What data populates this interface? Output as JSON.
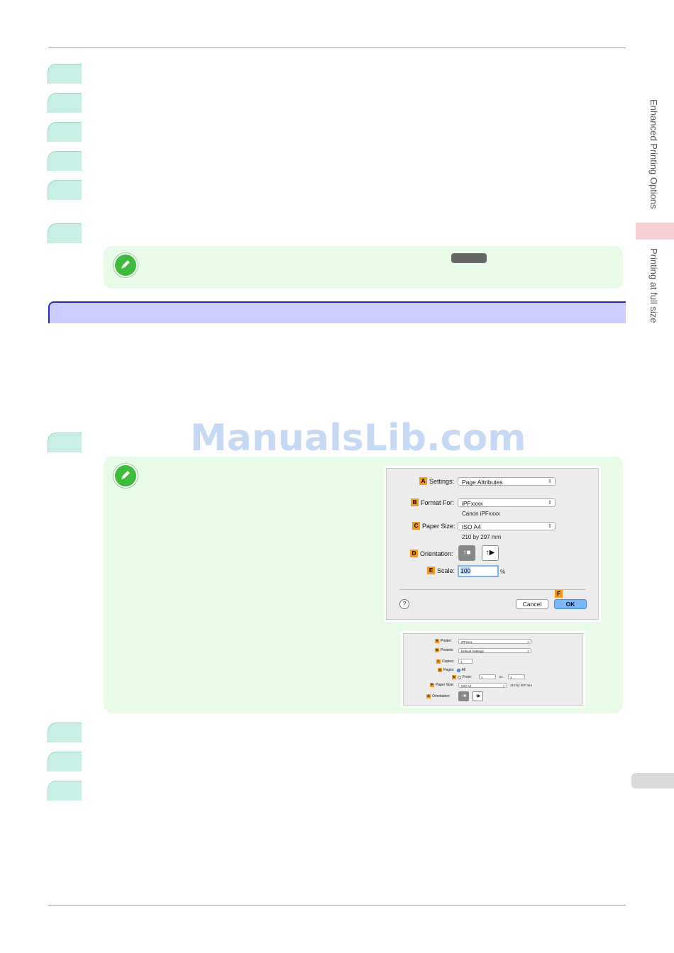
{
  "side_tabs": {
    "chapter": "Enhanced Printing Options",
    "section": "Printing at full size"
  },
  "watermark": "ManualsLib.com",
  "page_setup_dialog": {
    "settings": {
      "badge": "A",
      "label": "Settings:",
      "value": "Page Attributes"
    },
    "format_for": {
      "badge": "B",
      "label": "Format For:",
      "value": "iPFxxxx",
      "subtext": "Canon iPFxxxx"
    },
    "paper_size": {
      "badge": "C",
      "label": "Paper Size:",
      "value": "ISO A4",
      "subtext": "210 by 297 mm"
    },
    "orientation": {
      "badge": "D",
      "label": "Orientation:"
    },
    "scale": {
      "badge": "E",
      "label": "Scale:",
      "value": "100",
      "unit": "%"
    },
    "ok_badge": "F",
    "help": "?",
    "cancel_label": "Cancel",
    "ok_label": "OK"
  },
  "print_dialog": {
    "printer": {
      "badge": "A",
      "label": "Printer:",
      "value": "iPFxxxx"
    },
    "presets": {
      "badge": "B",
      "label": "Presets:",
      "value": "Default Settings"
    },
    "copies": {
      "badge": "C",
      "label": "Copies:",
      "value": "1"
    },
    "pages": {
      "badge": "D",
      "label": "Pages:",
      "all_label": "All"
    },
    "range": {
      "badge": "E",
      "from_label": "From:",
      "from_value": "1",
      "to_label": "to:",
      "to_value": "1"
    },
    "paper_size": {
      "badge": "F",
      "label": "Paper Size:",
      "value": "ISO A4",
      "subtext": "210 by 297 mm"
    },
    "orientation": {
      "badge": "G",
      "label": "Orientation:"
    }
  }
}
